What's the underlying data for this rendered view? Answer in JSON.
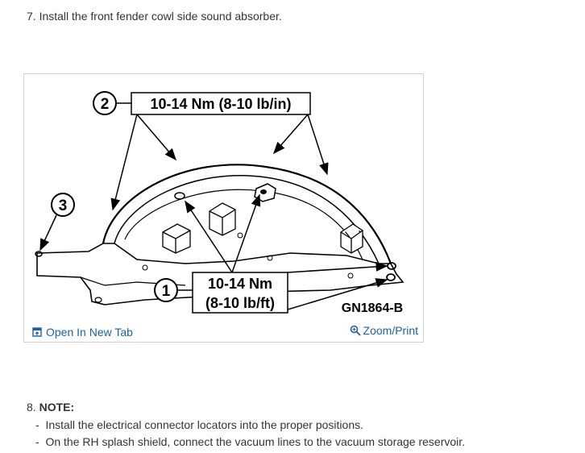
{
  "step7": {
    "number": "7.",
    "text": "Install the front fender cowl side sound absorber."
  },
  "figure": {
    "callouts": {
      "c1": "1",
      "c2": "2",
      "c3": "3"
    },
    "label_top": "10-14 Nm (8-10 lb/in)",
    "label_bottom_line1": "10-14 Nm",
    "label_bottom_line2": "(8-10 lb/ft)",
    "figure_id": "GN1864-B",
    "open_tab_label": "Open In New Tab",
    "zoom_label": "Zoom/Print"
  },
  "step8": {
    "number": "8.",
    "note_label": "NOTE:",
    "bullets": [
      "Install the electrical connector locators into the proper positions.",
      "On the RH splash shield, connect the vacuum lines to the vacuum storage reservoir."
    ]
  },
  "colors": {
    "link": "#1e5fa6",
    "text": "#333333",
    "border": "#d0d0d0"
  },
  "icons": {
    "open_tab": "open-new-tab-icon",
    "zoom": "zoom-magnifier-icon"
  }
}
